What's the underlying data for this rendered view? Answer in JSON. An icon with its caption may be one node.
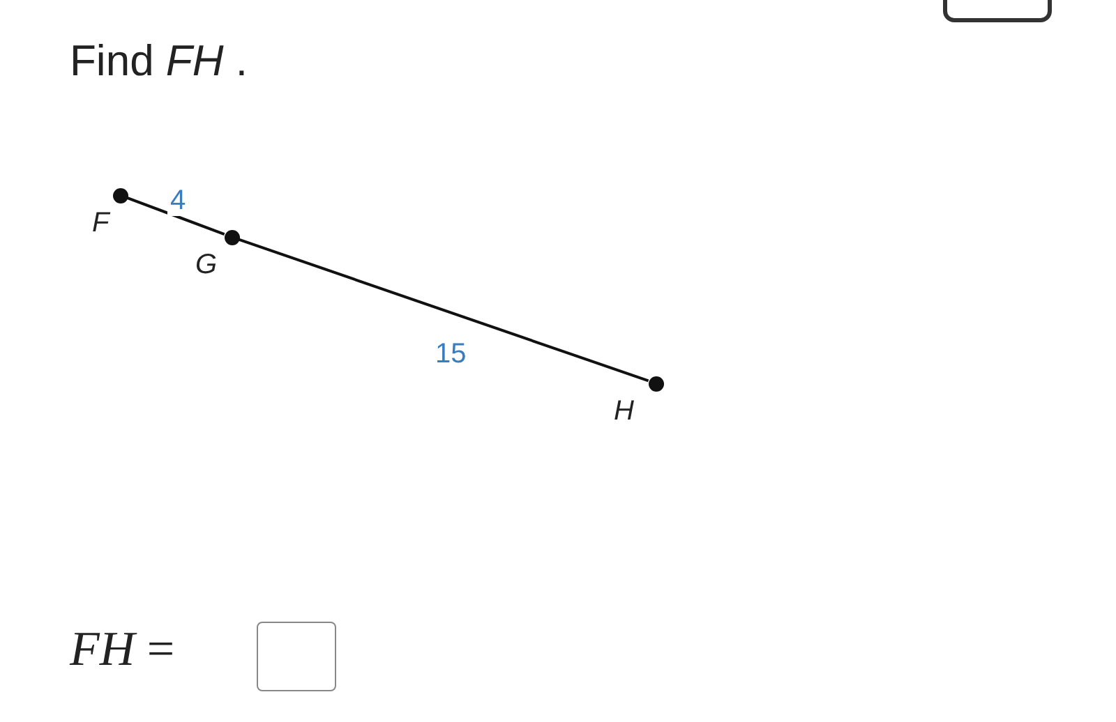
{
  "diagram": {
    "title": "Find *FH* .",
    "nodes": [
      {
        "text": [
          "F"
        ]
      },
      {
        "text": [
          "G"
        ]
      },
      {
        "text": [
          "H"
        ]
      }
    ],
    "edges": [
      {
        "from": 0,
        "to": 1,
        "arrow": "none",
        "label": "4"
      },
      {
        "from": 1,
        "to": 2,
        "arrow": "none",
        "label": "15"
      }
    ],
    "labels": [
      "*FH* ="
    ]
  }
}
